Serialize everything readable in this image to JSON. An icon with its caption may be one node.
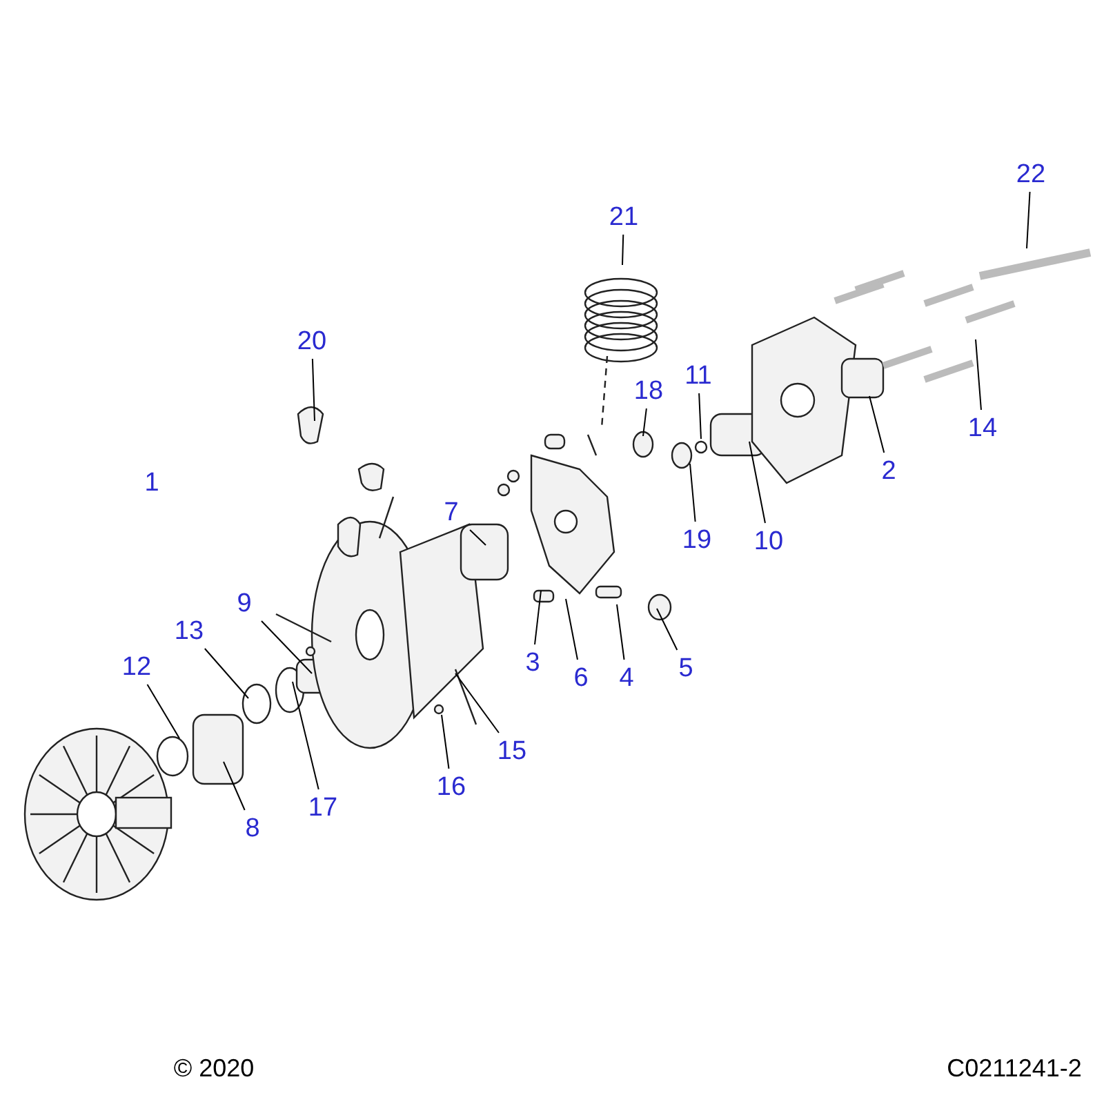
{
  "diagram": {
    "nodes": [
      {
        "text": [
          "22"
        ]
      },
      {
        "text": [
          "21"
        ]
      },
      {
        "text": [
          "20"
        ]
      },
      {
        "text": [
          "18"
        ]
      },
      {
        "text": [
          "11"
        ]
      },
      {
        "text": [
          "14"
        ]
      },
      {
        "text": [
          "2"
        ]
      },
      {
        "text": [
          "7"
        ]
      },
      {
        "text": [
          "19"
        ]
      },
      {
        "text": [
          "10"
        ]
      },
      {
        "text": [
          "9"
        ]
      },
      {
        "text": [
          "13"
        ]
      },
      {
        "text": [
          "3"
        ]
      },
      {
        "text": [
          "6"
        ]
      },
      {
        "text": [
          "4"
        ]
      },
      {
        "text": [
          "5"
        ]
      },
      {
        "text": [
          "12"
        ]
      },
      {
        "text": [
          "15"
        ]
      },
      {
        "text": [
          "17"
        ]
      },
      {
        "text": [
          "8"
        ]
      },
      {
        "text": [
          "16"
        ]
      }
    ],
    "edges": [
      {
        "from": 0,
        "to": null,
        "arrow": "none"
      },
      {
        "from": 1,
        "to": null,
        "arrow": "none"
      },
      {
        "from": 2,
        "to": null,
        "arrow": "none"
      },
      {
        "from": 3,
        "to": null,
        "arrow": "none"
      },
      {
        "from": 4,
        "to": null,
        "arrow": "none"
      },
      {
        "from": 5,
        "to": null,
        "arrow": "none"
      },
      {
        "from": 6,
        "to": null,
        "arrow": "none"
      },
      {
        "from": 7,
        "to": null,
        "arrow": "none"
      },
      {
        "from": 8,
        "to": null,
        "arrow": "none"
      },
      {
        "from": 9,
        "to": null,
        "arrow": "none"
      },
      {
        "from": 10,
        "to": null,
        "arrow": "none"
      },
      {
        "from": 11,
        "to": null,
        "arrow": "none"
      },
      {
        "from": 12,
        "to": null,
        "arrow": "none"
      },
      {
        "from": 13,
        "to": null,
        "arrow": "none"
      },
      {
        "from": 14,
        "to": null,
        "arrow": "none"
      },
      {
        "from": 15,
        "to": null,
        "arrow": "none"
      },
      {
        "from": 16,
        "to": null,
        "arrow": "none"
      },
      {
        "from": 17,
        "to": null,
        "arrow": "none"
      },
      {
        "from": 18,
        "to": null,
        "arrow": "none"
      },
      {
        "from": 19,
        "to": null,
        "arrow": "none"
      },
      {
        "from": 20,
        "to": null,
        "arrow": "none"
      }
    ],
    "labels": [
      "1",
      "© 2020",
      "C0211241-2"
    ]
  }
}
